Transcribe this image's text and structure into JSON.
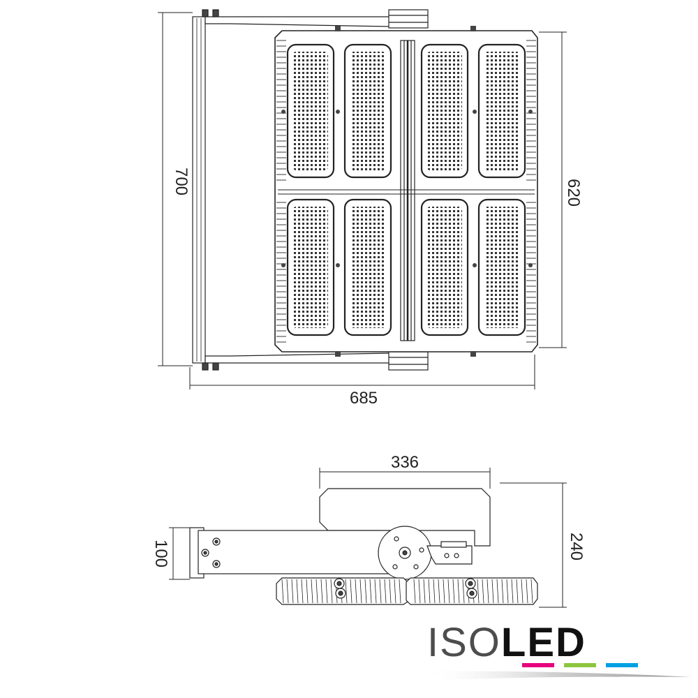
{
  "dimensions": {
    "top_height": "700",
    "top_width": "685",
    "top_frame_height": "620",
    "side_width": "336",
    "side_bracket_height": "100",
    "side_total_height": "240"
  },
  "logo": {
    "text_light": "ISO",
    "text_bold": "LED",
    "stripe_colors": [
      "#e6007e",
      "#8dc63f",
      "#00a0e3"
    ]
  },
  "colors": {
    "line": "#222222",
    "logo_light": "#4d4d4d",
    "logo_bold": "#111111"
  }
}
